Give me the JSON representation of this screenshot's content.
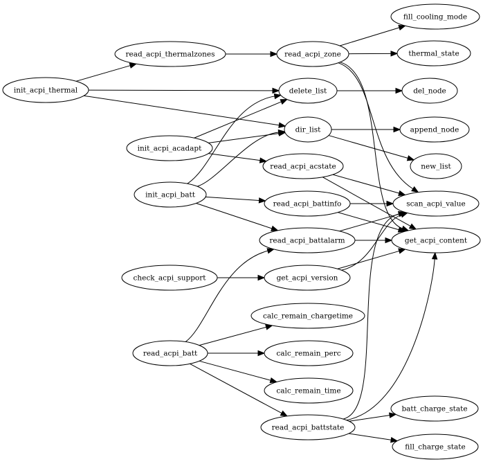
{
  "graph": {
    "nodes": [
      {
        "id": "init_acpi_thermal",
        "label": "init_acpi_thermal"
      },
      {
        "id": "read_acpi_thermalzones",
        "label": "read_acpi_thermalzones"
      },
      {
        "id": "read_acpi_zone",
        "label": "read_acpi_zone"
      },
      {
        "id": "fill_cooling_mode",
        "label": "fill_cooling_mode"
      },
      {
        "id": "thermal_state",
        "label": "thermal_state"
      },
      {
        "id": "delete_list",
        "label": "delete_list"
      },
      {
        "id": "del_node",
        "label": "del_node"
      },
      {
        "id": "dir_list",
        "label": "dir_list"
      },
      {
        "id": "append_node",
        "label": "append_node"
      },
      {
        "id": "new_list",
        "label": "new_list"
      },
      {
        "id": "init_acpi_acadapt",
        "label": "init_acpi_acadapt"
      },
      {
        "id": "read_acpi_acstate",
        "label": "read_acpi_acstate"
      },
      {
        "id": "init_acpi_batt",
        "label": "init_acpi_batt"
      },
      {
        "id": "read_acpi_battinfo",
        "label": "read_acpi_battinfo"
      },
      {
        "id": "scan_acpi_value",
        "label": "scan_acpi_value"
      },
      {
        "id": "read_acpi_battalarm",
        "label": "read_acpi_battalarm"
      },
      {
        "id": "get_acpi_content",
        "label": "get_acpi_content"
      },
      {
        "id": "check_acpi_support",
        "label": "check_acpi_support"
      },
      {
        "id": "get_acpi_version",
        "label": "get_acpi_version"
      },
      {
        "id": "calc_remain_chargetime",
        "label": "calc_remain_chargetime"
      },
      {
        "id": "read_acpi_batt",
        "label": "read_acpi_batt"
      },
      {
        "id": "calc_remain_perc",
        "label": "calc_remain_perc"
      },
      {
        "id": "calc_remain_time",
        "label": "calc_remain_time"
      },
      {
        "id": "read_acpi_battstate",
        "label": "read_acpi_battstate"
      },
      {
        "id": "batt_charge_state",
        "label": "batt_charge_state"
      },
      {
        "id": "fill_charge_state",
        "label": "fill_charge_state"
      }
    ],
    "edges": [
      {
        "from": "init_acpi_thermal",
        "to": "read_acpi_thermalzones"
      },
      {
        "from": "init_acpi_thermal",
        "to": "delete_list"
      },
      {
        "from": "init_acpi_thermal",
        "to": "dir_list"
      },
      {
        "from": "read_acpi_thermalzones",
        "to": "read_acpi_zone"
      },
      {
        "from": "read_acpi_zone",
        "to": "fill_cooling_mode"
      },
      {
        "from": "read_acpi_zone",
        "to": "thermal_state"
      },
      {
        "from": "read_acpi_zone",
        "to": "scan_acpi_value"
      },
      {
        "from": "read_acpi_zone",
        "to": "get_acpi_content"
      },
      {
        "from": "delete_list",
        "to": "del_node"
      },
      {
        "from": "dir_list",
        "to": "append_node"
      },
      {
        "from": "dir_list",
        "to": "new_list"
      },
      {
        "from": "init_acpi_acadapt",
        "to": "delete_list"
      },
      {
        "from": "init_acpi_acadapt",
        "to": "dir_list"
      },
      {
        "from": "init_acpi_acadapt",
        "to": "read_acpi_acstate"
      },
      {
        "from": "read_acpi_acstate",
        "to": "scan_acpi_value"
      },
      {
        "from": "read_acpi_acstate",
        "to": "get_acpi_content"
      },
      {
        "from": "init_acpi_batt",
        "to": "delete_list"
      },
      {
        "from": "init_acpi_batt",
        "to": "dir_list"
      },
      {
        "from": "init_acpi_batt",
        "to": "read_acpi_battinfo"
      },
      {
        "from": "init_acpi_batt",
        "to": "read_acpi_battalarm"
      },
      {
        "from": "read_acpi_battinfo",
        "to": "scan_acpi_value"
      },
      {
        "from": "read_acpi_battinfo",
        "to": "get_acpi_content"
      },
      {
        "from": "read_acpi_battalarm",
        "to": "scan_acpi_value"
      },
      {
        "from": "read_acpi_battalarm",
        "to": "get_acpi_content"
      },
      {
        "from": "check_acpi_support",
        "to": "get_acpi_version"
      },
      {
        "from": "get_acpi_version",
        "to": "scan_acpi_value"
      },
      {
        "from": "get_acpi_version",
        "to": "get_acpi_content"
      },
      {
        "from": "read_acpi_batt",
        "to": "read_acpi_battalarm"
      },
      {
        "from": "read_acpi_batt",
        "to": "calc_remain_chargetime"
      },
      {
        "from": "read_acpi_batt",
        "to": "calc_remain_perc"
      },
      {
        "from": "read_acpi_batt",
        "to": "calc_remain_time"
      },
      {
        "from": "read_acpi_batt",
        "to": "read_acpi_battstate"
      },
      {
        "from": "read_acpi_battstate",
        "to": "batt_charge_state"
      },
      {
        "from": "read_acpi_battstate",
        "to": "fill_charge_state"
      },
      {
        "from": "read_acpi_battstate",
        "to": "scan_acpi_value"
      },
      {
        "from": "read_acpi_battstate",
        "to": "get_acpi_content"
      }
    ]
  }
}
